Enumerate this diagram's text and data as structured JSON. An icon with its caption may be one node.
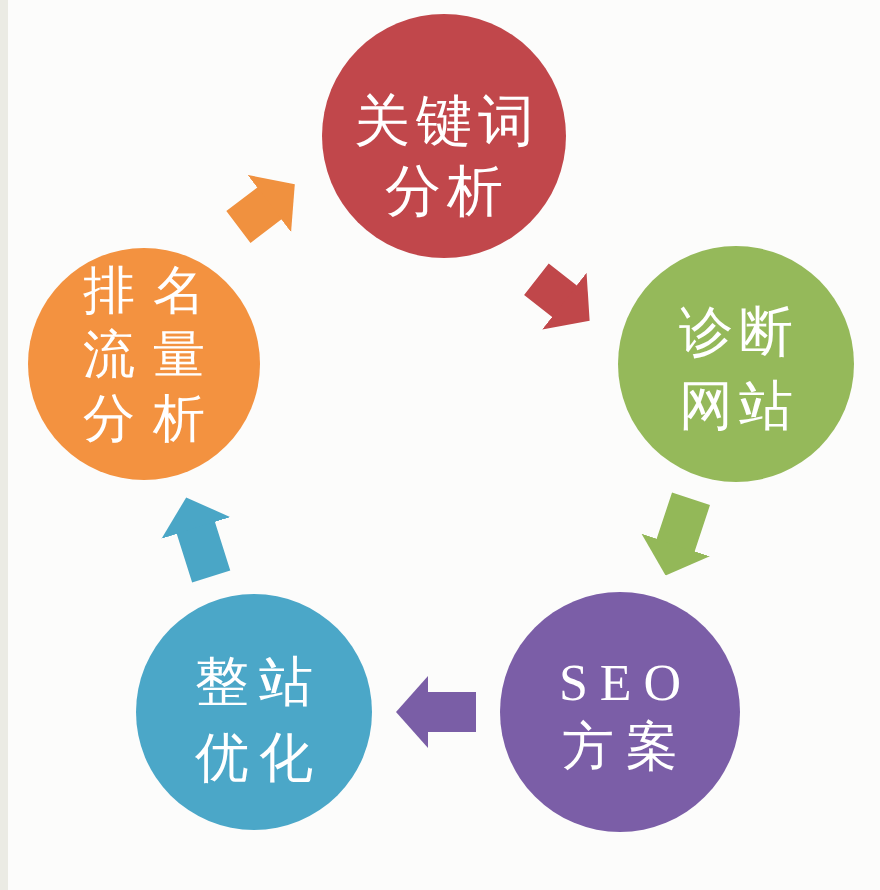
{
  "diagram": {
    "nodes": [
      {
        "text": [
          "关键词分析"
        ]
      },
      {
        "text": [
          "诊断网站"
        ]
      },
      {
        "text": [
          "SEO方案"
        ]
      },
      {
        "text": [
          "整站优化"
        ]
      },
      {
        "text": [
          "排名流量分析"
        ]
      }
    ],
    "edges": [
      {
        "from": 0,
        "to": 1,
        "arrow": "to",
        "color": "#c0474a"
      },
      {
        "from": 1,
        "to": 2,
        "arrow": "to",
        "color": "#93b858"
      },
      {
        "from": 2,
        "to": 3,
        "arrow": "to",
        "color": "#7a5ea6"
      },
      {
        "from": 3,
        "to": 4,
        "arrow": "to",
        "color": "#4aa6c6"
      },
      {
        "from": 4,
        "to": 0,
        "arrow": "to",
        "color": "#f0913f"
      }
    ]
  }
}
